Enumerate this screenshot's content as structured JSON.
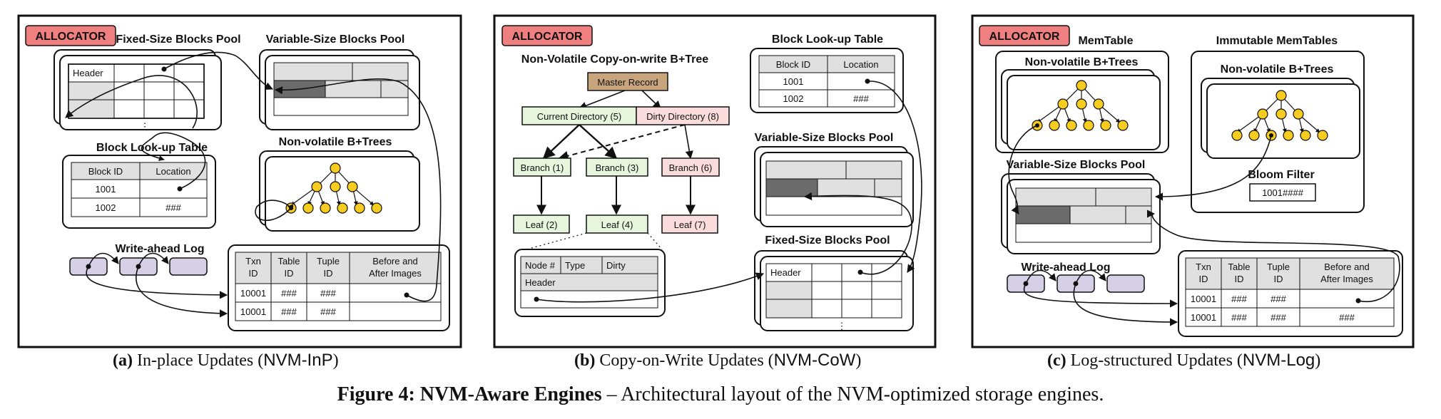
{
  "figure": {
    "label": "Figure 4:",
    "title": "NVM-Aware Engines",
    "dash": "–",
    "description": "Architectural layout of the NVM-optimized storage engines."
  },
  "common": {
    "allocator": "ALLOCATOR",
    "write_ahead_log": "Write-ahead Log",
    "header": "Header",
    "block_id": "Block ID",
    "location": "Location",
    "row_1001": "1001",
    "row_1002": "1002",
    "hash": "###",
    "dots": "⋮",
    "wal_columns": {
      "txn_a": "Txn",
      "txn_b": "ID",
      "table_a": "Table",
      "table_b": "ID",
      "tuple_a": "Tuple",
      "tuple_b": "ID",
      "before_a": "Before and",
      "before_b": "After Images"
    },
    "txn_10001": "10001"
  },
  "panel_a": {
    "caption_label": "(a)",
    "caption_text": "In-place Updates (",
    "caption_code": "NVM-InP",
    "caption_close": ")",
    "fixed_pool": "Fixed-Size Blocks Pool",
    "variable_pool": "Variable-Size Blocks Pool",
    "lookup": "Block Look-up Table",
    "btrees": "Non-volatile B+Trees"
  },
  "panel_b": {
    "caption_label": "(b)",
    "caption_text": "Copy-on-Write Updates (",
    "caption_code": "NVM-CoW",
    "caption_close": ")",
    "tree_title": "Non-Volatile Copy-on-write B+Tree",
    "master": "Master Record",
    "current_dir": "Current Directory (5)",
    "dirty_dir": "Dirty Directory (8)",
    "branch1": "Branch (1)",
    "branch3": "Branch  (3)",
    "branch6": "Branch (6)",
    "leaf2": "Leaf (2)",
    "leaf4": "Leaf (4)",
    "leaf7": "Leaf (7)",
    "node_no": "Node #",
    "type": "Type",
    "dirty": "Dirty",
    "lookup": "Block Look-up Table",
    "variable_pool": "Variable-Size Blocks Pool",
    "fixed_pool": "Fixed-Size Blocks Pool"
  },
  "panel_c": {
    "caption_label": "(c)",
    "caption_text": "Log-structured Updates (",
    "caption_code": "NVM-Log",
    "caption_close": ")",
    "memtable": "MemTable",
    "immutable": "Immutable MemTables",
    "btrees": "Non-volatile B+Trees",
    "bloom": "Bloom Filter",
    "bloom_value": "1001####",
    "variable_pool": "Variable-Size Blocks Pool"
  },
  "colors": {
    "allocator_fill": "#f08080",
    "log_entry": "#d6d0e6",
    "tree_node": "#f5cc1f",
    "master_record": "#c9a57e",
    "green_box": "#e6f5dc",
    "pink_box": "#fadcdc",
    "light_gray": "#e0e0e0",
    "dark_gray": "#6b6b6b"
  }
}
